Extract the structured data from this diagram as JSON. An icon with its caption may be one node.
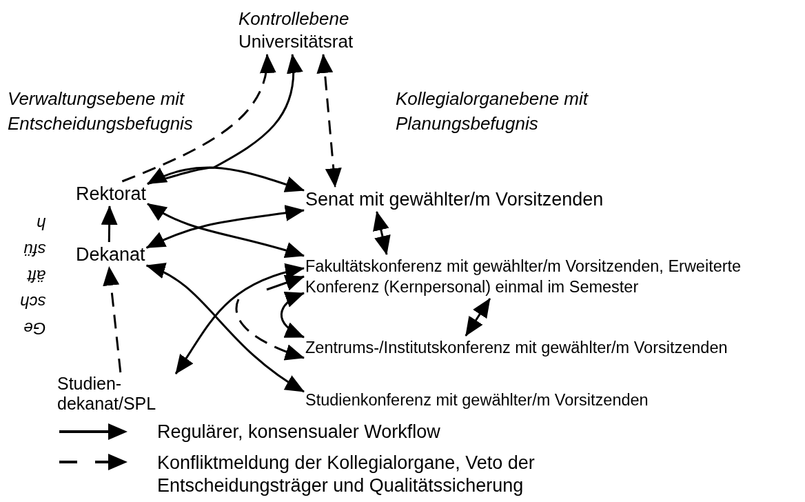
{
  "diagram": {
    "nodes": [
      {
        "text": [
          "Kontrollebene",
          "Universitätsrat"
        ]
      },
      {
        "text": [
          "Rektorat"
        ]
      },
      {
        "text": [
          "Dekanat"
        ]
      },
      {
        "text": [
          "Studien-dekanat/SPL"
        ]
      },
      {
        "text": [
          "Senat mit gewählter/m Vorsitzenden"
        ]
      },
      {
        "text": [
          "Fakultätskonferenz mit gewählter/m Vorsitzenden, Erweiterte Konferenz (Kernpersonal) einmal im Semester"
        ]
      },
      {
        "text": [
          "Zentrums-/Institutskonferenz mit gewählter/m Vorsitzenden"
        ]
      },
      {
        "text": [
          "Studienkonferenz mit gewählter/m Vorsitzenden"
        ]
      }
    ],
    "edges": [
      {
        "from": 1,
        "to": 0,
        "arrow": "to",
        "style": "dashed"
      },
      {
        "from": 1,
        "to": 0,
        "arrow": "to"
      },
      {
        "from": 1,
        "to": 4,
        "arrow": "both"
      },
      {
        "from": 0,
        "to": 4,
        "arrow": "both",
        "style": "dashed"
      },
      {
        "from": 1,
        "to": 5,
        "arrow": "both"
      },
      {
        "from": 2,
        "to": 4,
        "arrow": "both"
      },
      {
        "from": 4,
        "to": 5,
        "arrow": "both"
      },
      {
        "from": 5,
        "to": 6,
        "arrow": "both"
      },
      {
        "from": 2,
        "to": 7,
        "arrow": "both"
      },
      {
        "from": 5,
        "to": 3,
        "arrow": "both"
      },
      {
        "from": null,
        "to": 5,
        "arrow": "to"
      },
      {
        "from": 5,
        "to": 6,
        "arrow": "both"
      },
      {
        "from": null,
        "to": 6,
        "arrow": "to",
        "style": "dashed"
      },
      {
        "from": 2,
        "to": 1,
        "arrow": "to"
      },
      {
        "from": 3,
        "to": 2,
        "arrow": "to",
        "style": "dashed"
      }
    ],
    "labels": [
      "Verwaltungsebene mit Entscheidungsbefugnis",
      "Kollegialorganebene  mit Planungsbefugnis",
      "Geschäftsfüh"
    ],
    "legend": [
      {
        "text": "Regulärer, konsensualer Workflow"
      },
      {
        "text": "Konfliktmeldung der Kollegialorgane, Veto der Entscheidungsträger und Qualitätssicherung"
      }
    ]
  }
}
